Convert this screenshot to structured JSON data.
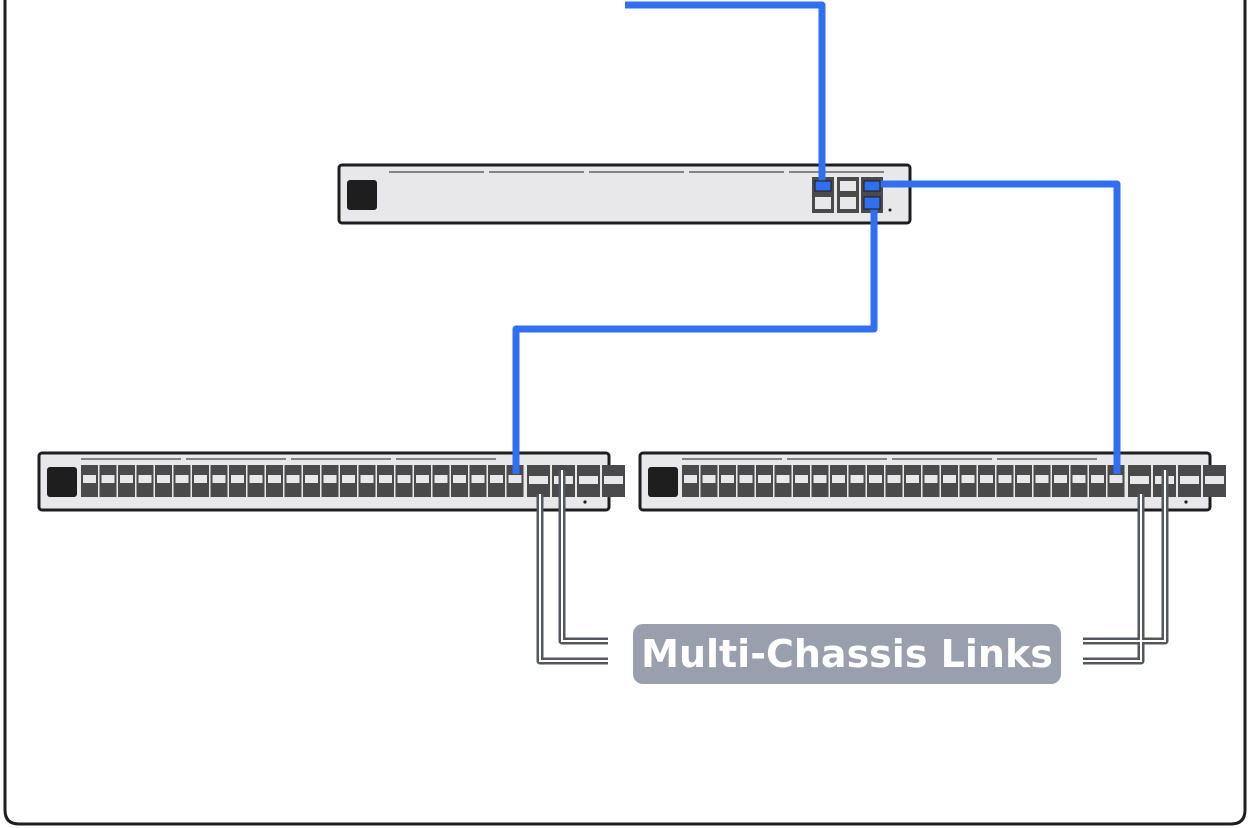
{
  "diagram": {
    "label": "Multi-Chassis Links",
    "colors": {
      "uplink": "#2f6ff0",
      "mclink": "#54575e",
      "device_body": "#e8e8ea",
      "device_border": "#1e1e1e",
      "port": "#4a4a4a",
      "label_bg": "#9a9fae",
      "label_text": "#ffffff"
    },
    "devices": [
      {
        "id": "upstream-router"
      },
      {
        "id": "switch-left",
        "access_ports": 24,
        "uplink_ports": 4
      },
      {
        "id": "switch-right",
        "access_ports": 24,
        "uplink_ports": 4
      }
    ]
  }
}
